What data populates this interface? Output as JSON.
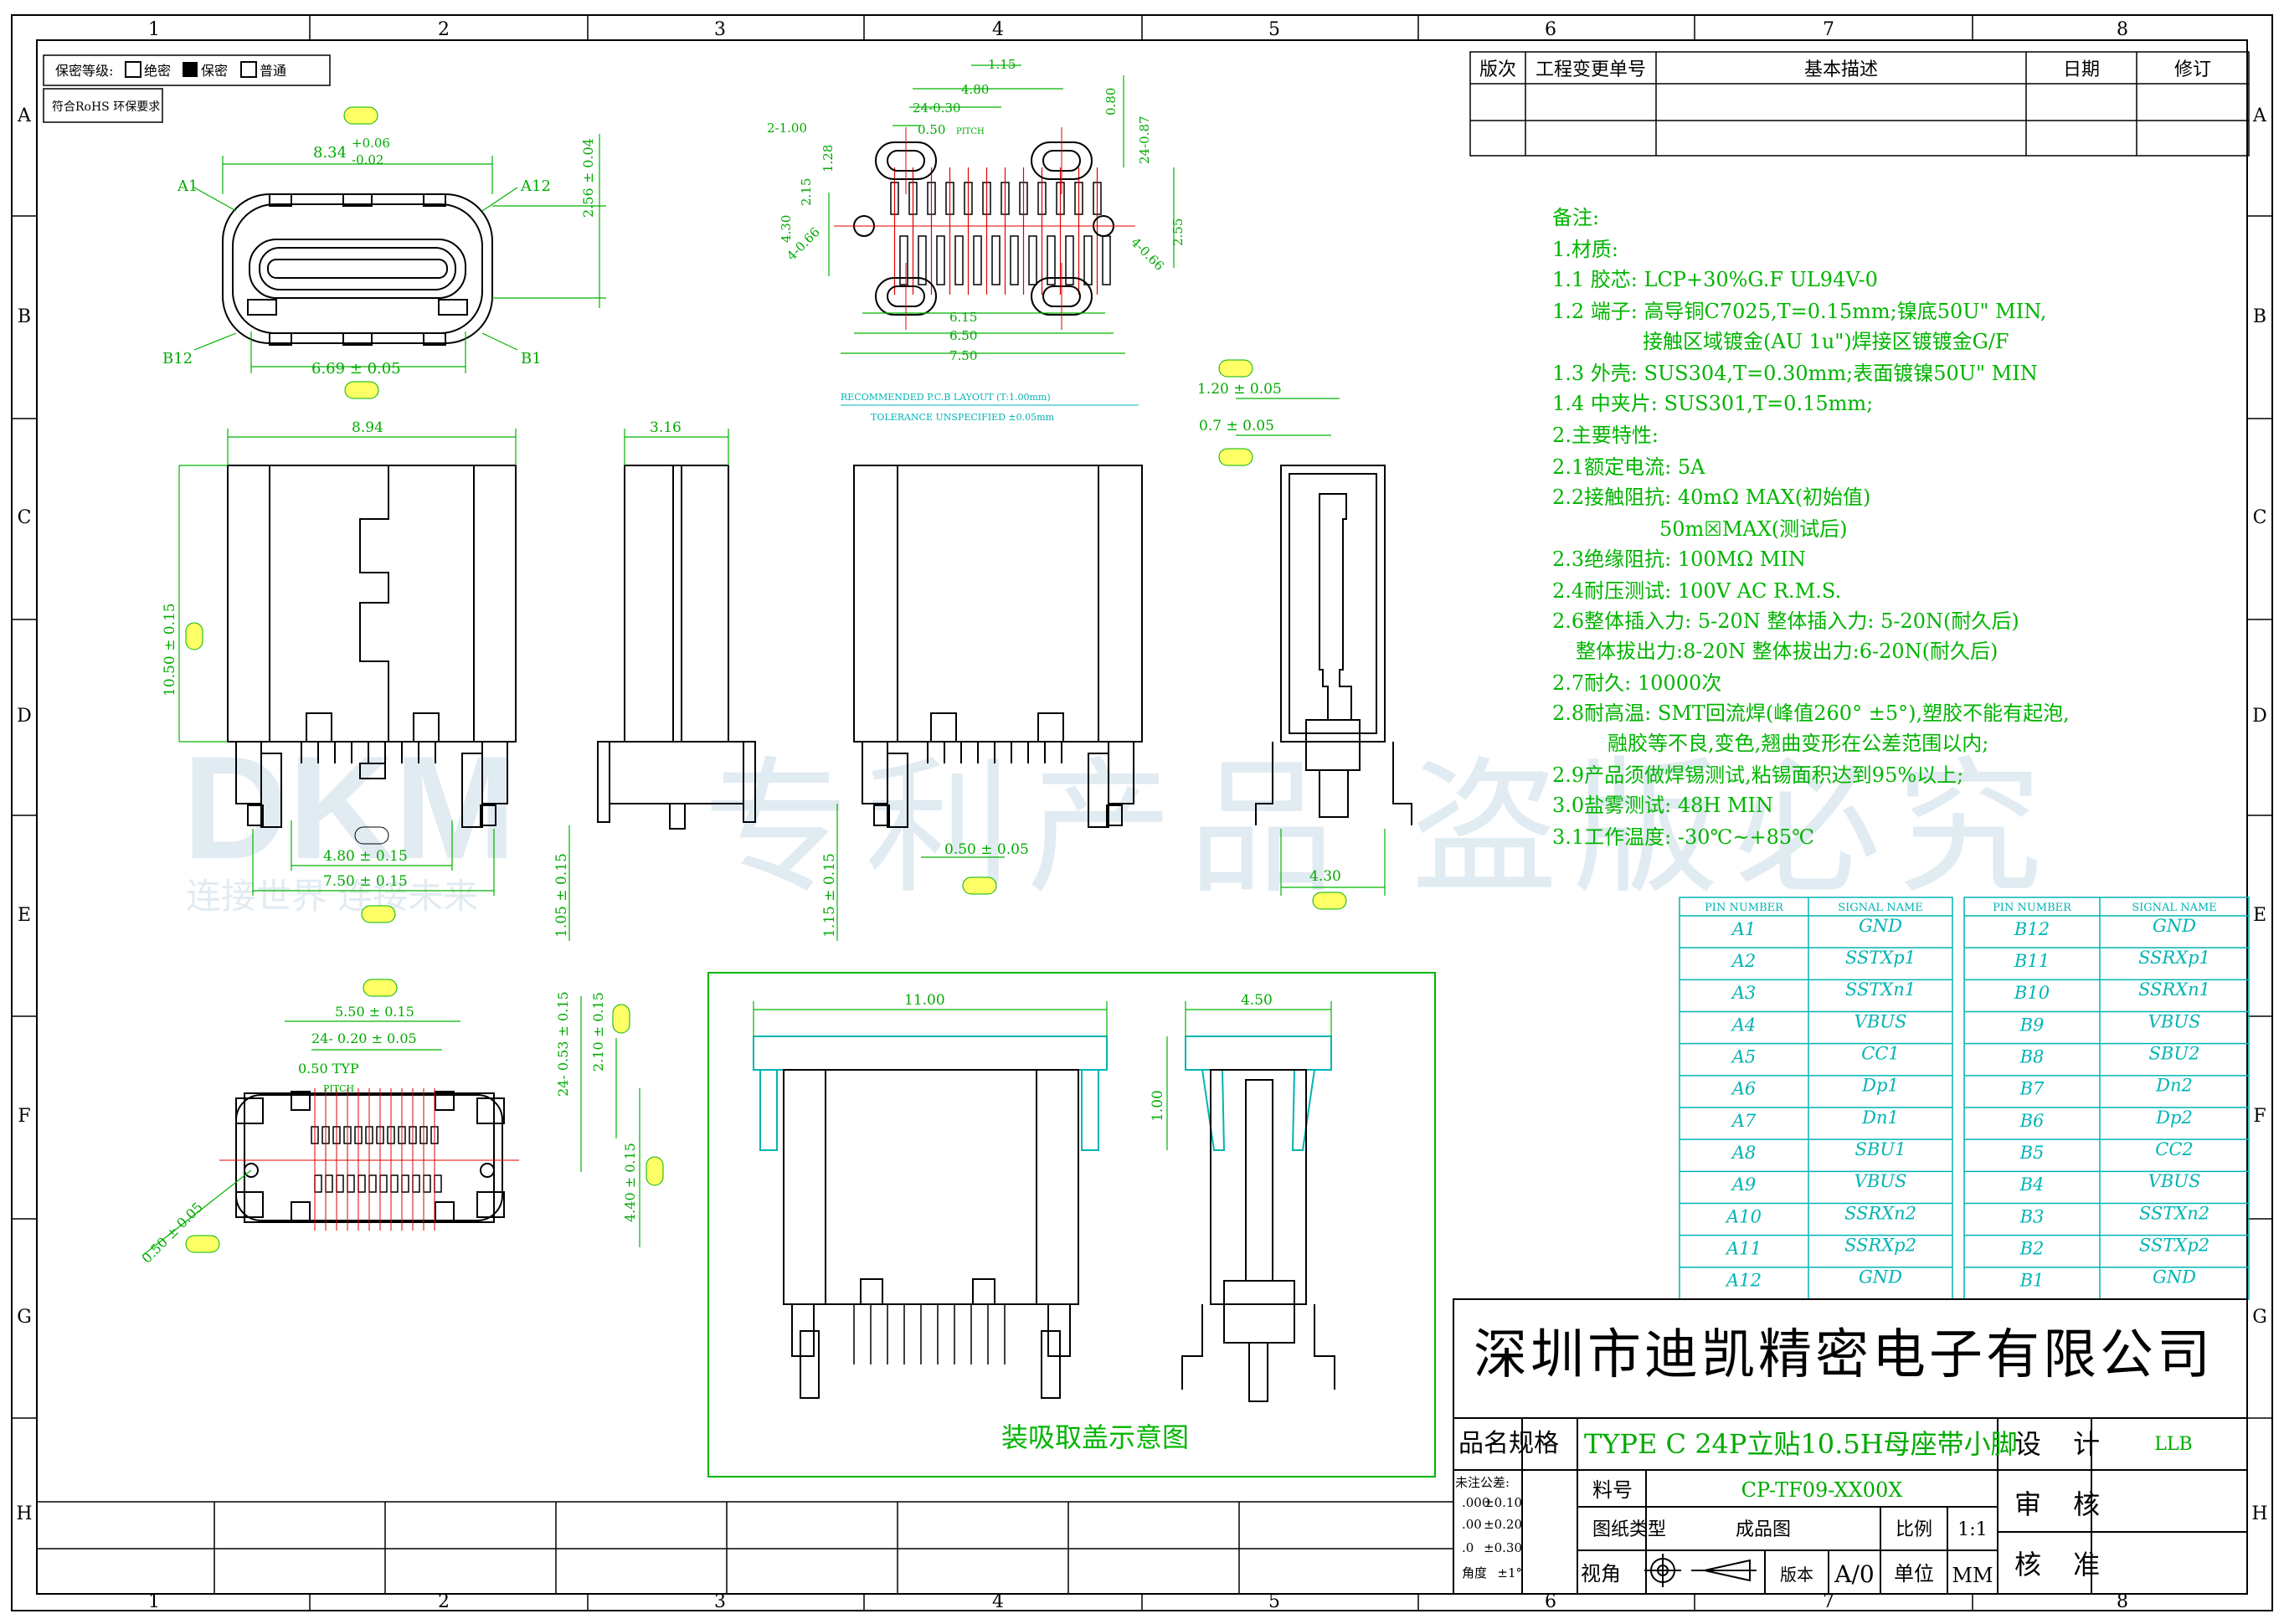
{
  "frame": {
    "columns": [
      "1",
      "2",
      "3",
      "4",
      "5",
      "6",
      "7",
      "8"
    ],
    "rows": [
      "A",
      "B",
      "C",
      "D",
      "E",
      "F",
      "G",
      "H"
    ]
  },
  "security": {
    "label": "保密等级:",
    "opt1": "绝密",
    "opt2": "保密",
    "opt3": "普通",
    "rohs": "符合RoHS 环保要求"
  },
  "revision": {
    "headers": [
      "版次",
      "工程变更单号",
      "基本描述",
      "日期",
      "修订"
    ]
  },
  "notes": {
    "lines": [
      "备注:",
      "1.材质:",
      "1.1 胶芯: LCP+30%G.F UL94V-0",
      "1.2 端子: 高导铜C7025,T=0.15mm;镍底50U\" MIN,",
      "接触区域镀金(AU 1u\")焊接区镀镀金G/F",
      "1.3 外壳: SUS304,T=0.30mm;表面镀镍50U\" MIN",
      "1.4 中夹片: SUS301,T=0.15mm;",
      "2.主要特性:",
      "2.1额定电流: 5A",
      "2.2接触阻抗: 40mΩ MAX(初始值)",
      "50m☒MAX(测试后)",
      "2.3绝缘阻抗: 100MΩ MIN",
      "2.4耐压测试: 100V AC R.M.S.",
      "2.6整体插入力: 5-20N 整体插入力: 5-20N(耐久后)",
      "整体拔出力:8-20N 整体拔出力:6-20N(耐久后)",
      "2.7耐久: 10000次",
      "2.8耐高温: SMT回流焊(峰值260° ±5°),塑胶不能有起泡,",
      "融胶等不良,变色,翘曲变形在公差范围以内;",
      "2.9产品须做焊锡测试,粘锡面积达到95%以上;",
      "3.0盐雾测试: 48H MIN",
      "3.1工作温度: -30℃~+85℃"
    ]
  },
  "pins": {
    "header_num": "PIN NUMBER",
    "header_sig": "SIGNAL NAME",
    "a": [
      [
        "A1",
        "GND"
      ],
      [
        "A2",
        "SSTXp1"
      ],
      [
        "A3",
        "SSTXn1"
      ],
      [
        "A4",
        "VBUS"
      ],
      [
        "A5",
        "CC1"
      ],
      [
        "A6",
        "Dp1"
      ],
      [
        "A7",
        "Dn1"
      ],
      [
        "A8",
        "SBU1"
      ],
      [
        "A9",
        "VBUS"
      ],
      [
        "A10",
        "SSRXn2"
      ],
      [
        "A11",
        "SSRXp2"
      ],
      [
        "A12",
        "GND"
      ]
    ],
    "b": [
      [
        "B12",
        "GND"
      ],
      [
        "B11",
        "SSRXp1"
      ],
      [
        "B10",
        "SSRXn1"
      ],
      [
        "B9",
        "VBUS"
      ],
      [
        "B8",
        "SBU2"
      ],
      [
        "B7",
        "Dn2"
      ],
      [
        "B6",
        "Dp2"
      ],
      [
        "B5",
        "CC2"
      ],
      [
        "B4",
        "VBUS"
      ],
      [
        "B3",
        "SSTXn2"
      ],
      [
        "B2",
        "SSTXp2"
      ],
      [
        "B1",
        "GND"
      ]
    ]
  },
  "title_block": {
    "company": "深圳市迪凯精密电子有限公司",
    "name_label": "品名规格",
    "name_value": "TYPE C 24P立贴10.5H母座带小脚",
    "tol_label": "未注公差:",
    "tol": [
      [
        ".000",
        "±0.10"
      ],
      [
        ".00",
        "±0.20"
      ],
      [
        ".0",
        "±0.30"
      ],
      [
        "角度",
        "±1°"
      ]
    ],
    "part_label": "料号",
    "part_value": "CP-TF09-XX00X",
    "type_label": "图纸类型",
    "type_value": "成品图",
    "scale_label": "比例",
    "scale_value": "1:1",
    "view_label": "视角",
    "ver_label": "版本",
    "ver_value": "A/0",
    "unit_label": "单位",
    "unit_value": "MM",
    "design_label": "设 计",
    "design_value": "LLB",
    "review_label": "审 核",
    "approve_label": "核 准"
  },
  "watermark": {
    "logo": "DKM",
    "slogan": "连接世界 连接未来",
    "big": "专利产品 盗版必究"
  },
  "views": {
    "pcb_caption1": "RECOMMENDED P.C.B LAYOUT (T:1.00mm)",
    "pcb_caption2": "TOLERANCE UNSPECIFIED ±0.05mm",
    "pickup_caption": "装吸取盖示意图"
  },
  "dims": {
    "d834": "8.34",
    "d006": "+0.06",
    "d002": "-0.02",
    "d256": "2.56 ± 0.04",
    "d669": "6.69 ± 0.05",
    "a1": "A1",
    "a12": "A12",
    "b12": "B12",
    "b1": "B1",
    "d115": "1.15",
    "d480": "4.80",
    "d2430": "24-0.30",
    "d050": "0.50",
    "pitch": "PITCH",
    "d080": "0.80",
    "d2487": "24-0.87",
    "d2100": "2-1.00",
    "d215": "2.15",
    "d128": "1.28",
    "d430": "4.30",
    "d066": "4-0.66",
    "d255": "2.55",
    "d615": "6.15",
    "d650": "6.50",
    "d750": "7.50",
    "d894": "8.94",
    "d1050": "10.50 ± 0.15",
    "d316": "3.16",
    "d480b": "4.80 ± 0.15",
    "d750b": "7.50 ± 0.15",
    "d105": "1.05 ± 0.15",
    "d050b": "0.50 ± 0.05",
    "d115b": "1.15 ± 0.15",
    "d120": "1.20 ± 0.05",
    "d070": "0.7 ± 0.05",
    "d430b": "4.30",
    "d550": "5.50 ± 0.15",
    "d2420": "24- 0.20 ± 0.05",
    "d050typ": "0.50 TYP",
    "pitch2": "PITCH",
    "d053": "24- 0.53 ± 0.15",
    "d210": "2.10 ± 0.15",
    "d440": "4.40 ± 0.15",
    "d0505": "0.50 ± 0.05",
    "d1100": "11.00",
    "d450": "4.50",
    "d100": "1.00"
  },
  "colors": {
    "green": "#00b400",
    "cyan": "#00b4b4",
    "red": "#e00000",
    "watermark": "#c9dbe8"
  }
}
